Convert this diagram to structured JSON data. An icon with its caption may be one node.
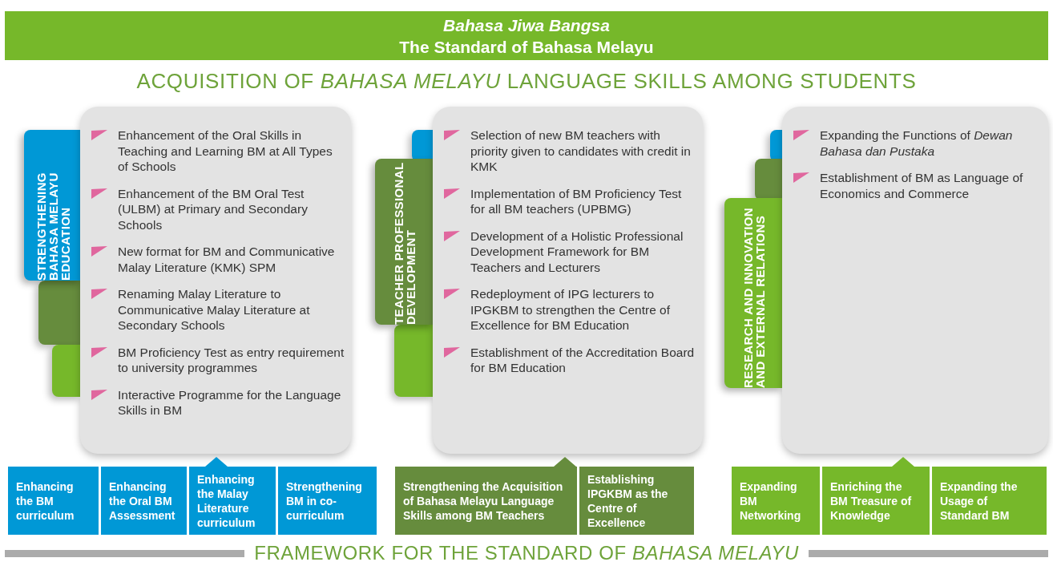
{
  "diagram": {
    "title": "ACQUISITION OF *BAHASA MELAYU* LANGUAGE SKILLS AMONG STUDENTS",
    "caption": "FRAMEWORK FOR THE STANDARD OF *BAHASA MELAYU*",
    "nodes": [
      {
        "text": [
          "Bahasa Jiwa Bangsa",
          "The Standard of Bahasa Melayu"
        ]
      },
      {
        "text": [
          "STRENGTHENING BAHASA MELAYU EDUCATION"
        ]
      },
      {
        "text": [
          "Enhancement of the Oral Skills in Teaching and Learning BM at All Types of Schools",
          "Enhancement of the BM Oral Test (ULBM) at Primary and Secondary Schools",
          "New format for BM and Communicative Malay Literature (KMK) SPM",
          "Renaming Malay Literature to Communicative Malay Literature at Secondary Schools",
          "BM Proficiency Test as entry requirement to university programmes",
          "Interactive Programme for the Language Skills in BM"
        ]
      },
      {
        "text": [
          "TEACHER PROFESSIONAL DEVELOPMENT"
        ]
      },
      {
        "text": [
          "Selection of new BM teachers with priority given to candidates with credit in KMK",
          "Implementation of BM Proficiency Test for all BM teachers (UPBMG)",
          "Development of a Holistic Professional Development Framework for BM Teachers and Lecturers",
          "Redeployment of IPG lecturers to IPGKBM to strengthen the Centre of Excellence for BM Education",
          "Establishment of the Accreditation Board for BM Education"
        ]
      },
      {
        "text": [
          "RESEARCH AND INNOVATION AND EXTERNAL RELATIONS"
        ]
      },
      {
        "text": [
          "Expanding the Functions of *Dewan Bahasa dan Pustaka*",
          "Establishment of BM as Language of Economics and Commerce"
        ]
      },
      {
        "text": [
          "Enhancing the BM curriculum"
        ]
      },
      {
        "text": [
          "Enhancing the Oral BM Assessment"
        ]
      },
      {
        "text": [
          "Enhancing the Malay Literature curriculum"
        ]
      },
      {
        "text": [
          "Strengthening BM in co-curriculum"
        ]
      },
      {
        "text": [
          "Strengthening the Acquisition of Bahasa Melayu Language Skills among BM Teachers"
        ]
      },
      {
        "text": [
          "Establishing IPGKBM as the Centre of Excellence"
        ]
      },
      {
        "text": [
          "Expanding BM Networking"
        ]
      },
      {
        "text": [
          "Enriching the BM Treasure of Knowledge"
        ]
      },
      {
        "text": [
          "Expanding the Usage of Standard BM"
        ]
      }
    ]
  }
}
